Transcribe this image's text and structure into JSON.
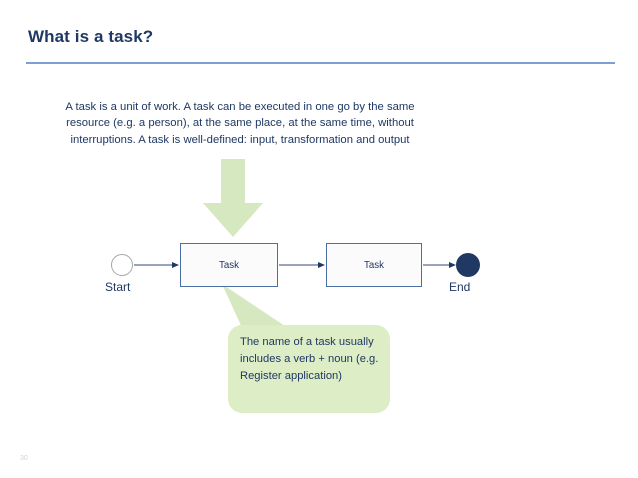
{
  "slide": {
    "title": "What is a task?",
    "page_number": "30",
    "intro_paragraph": "A task is a unit of work. A task can be executed in one go by the same resource (e.g. a person), at the same place, at the same time, without interruptions. A task is well-defined: input, transformation and output",
    "colors": {
      "title_navy": "#1f3864",
      "rule_blue": "#7e9fd4",
      "box_border_blue": "#4a6fa5",
      "arrow_green": "#d6e8c0",
      "callout_green": "#ddeec6",
      "end_node_navy": "#1f3864"
    }
  },
  "diagram": {
    "type": "process-flow",
    "nodes": [
      {
        "id": "start",
        "kind": "start-event",
        "label": "Start"
      },
      {
        "id": "task-1",
        "kind": "task",
        "label": "Task"
      },
      {
        "id": "task-2",
        "kind": "task",
        "label": "Task"
      },
      {
        "id": "end",
        "kind": "end-event",
        "label": "End"
      }
    ],
    "connectors": [
      {
        "from": "start",
        "to": "task-1"
      },
      {
        "from": "task-1",
        "to": "task-2"
      },
      {
        "from": "task-2",
        "to": "end"
      }
    ],
    "emphasis_arrow": {
      "name": "down-arrow",
      "direction": "down",
      "color": "#d6e8c0"
    },
    "callout": {
      "anchor": "task-1",
      "text": "The name of a task usually includes a verb + noun (e.g. Register application)"
    }
  }
}
